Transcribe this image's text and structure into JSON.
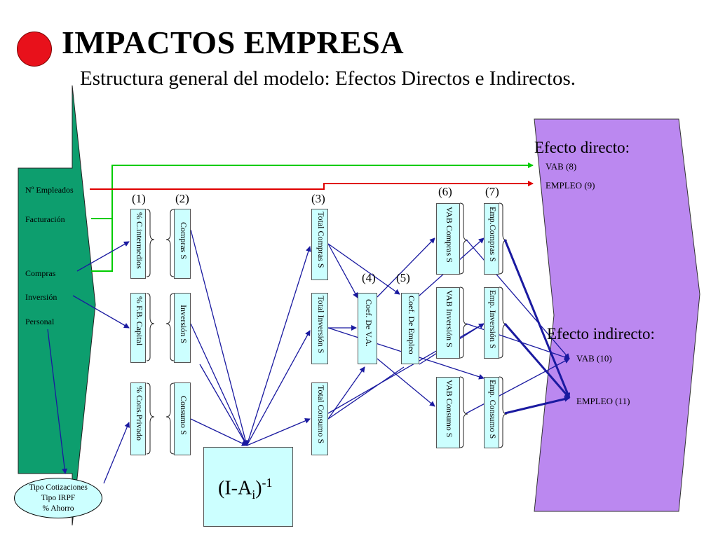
{
  "header": {
    "title": "IMPACTOS  EMPRESA",
    "subtitle": "Estructura general del modelo: Efectos Directos e Indirectos."
  },
  "inputs": [
    "Nº Empleados",
    "Facturación",
    "Compras",
    "Inversión",
    "Personal"
  ],
  "tax_params": [
    "Tipo Cotizaciones",
    "Tipo IRPF",
    "% Ahorro"
  ],
  "column_markers": [
    "(1)",
    "(2)",
    "(3)",
    "(4)",
    "(5)",
    "(6)",
    "(7)"
  ],
  "col1": [
    "% C.intermedios",
    "% F.B. Capital",
    "% Cons.Privado"
  ],
  "col2": [
    "Compras S",
    "Inversión S",
    "Consumo S"
  ],
  "col3": [
    "Total Compras S",
    "Total Inversión S",
    "Total Consumo S"
  ],
  "coef": [
    "Coef. De V.A.",
    "Coef. De Empleo"
  ],
  "col6": [
    "VAB Compras S",
    "VAB Inversión S",
    "VAB Consumo S"
  ],
  "col7": [
    "Emp.Compras S",
    "Emp. Inversión S",
    "Emp. Consumo S"
  ],
  "matrix": {
    "label": "(I-A",
    "sub": "i",
    "sup": "-1",
    "close": ")"
  },
  "direct": {
    "title": "Efecto directo:",
    "vab": "VAB (8)",
    "empleo": "EMPLEO (9)"
  },
  "indirect": {
    "title": "Efecto indirecto:",
    "vab": "VAB (10)",
    "empleo": "EMPLEO (11)"
  },
  "colors": {
    "input_arrow": "#0d9e6e",
    "result_arrow": "#bb88f0",
    "box_fill": "#ccffff",
    "flow_line": "#1a1aa0",
    "direct_vab_line": "#00cc00",
    "direct_emp_line": "#e00000",
    "title_dot": "#e8111b"
  }
}
